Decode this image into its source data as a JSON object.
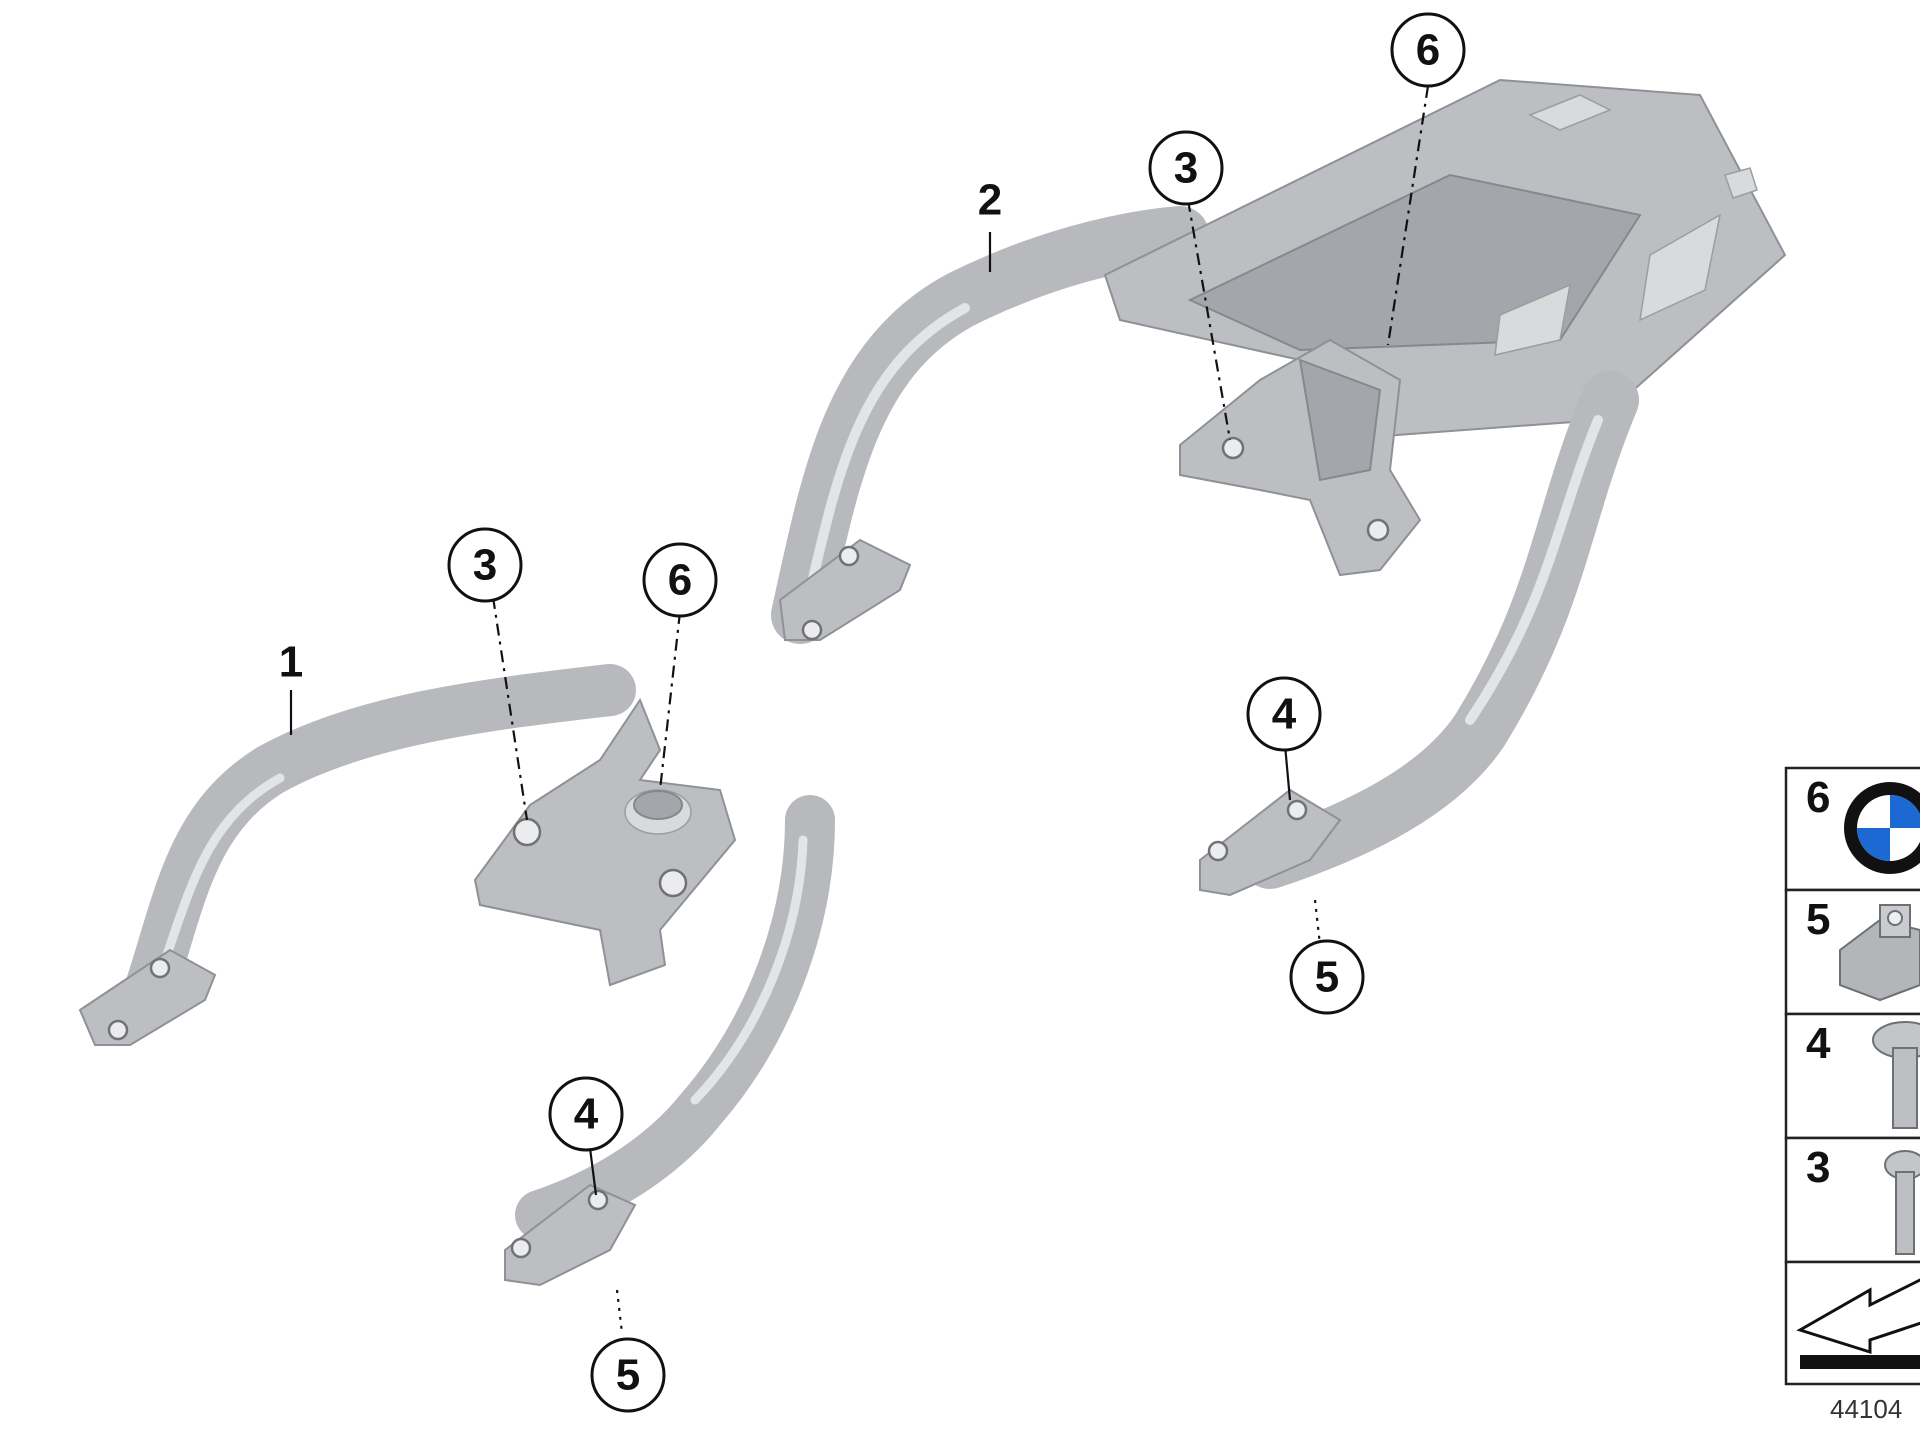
{
  "diagram": {
    "callouts_left": {
      "grab_handle": "1",
      "bolt": "3",
      "emblem": "6",
      "screw": "4",
      "nut": "5"
    },
    "callouts_right": {
      "luggage_rack": "2",
      "bolt": "3",
      "emblem": "6",
      "screw": "4",
      "nut": "5"
    },
    "legend": [
      {
        "num": "6",
        "icon": "bmw-emblem-icon"
      },
      {
        "num": "5",
        "icon": "clip-nut-icon"
      },
      {
        "num": "4",
        "icon": "screw-icon"
      },
      {
        "num": "3",
        "icon": "bolt-icon"
      },
      {
        "num": "",
        "icon": "arrow-assembly-icon"
      }
    ],
    "reference_number": "44104",
    "colors": {
      "part": "#bcbec1",
      "line": "#111111",
      "emblem_blue": "#1c69d4"
    }
  }
}
